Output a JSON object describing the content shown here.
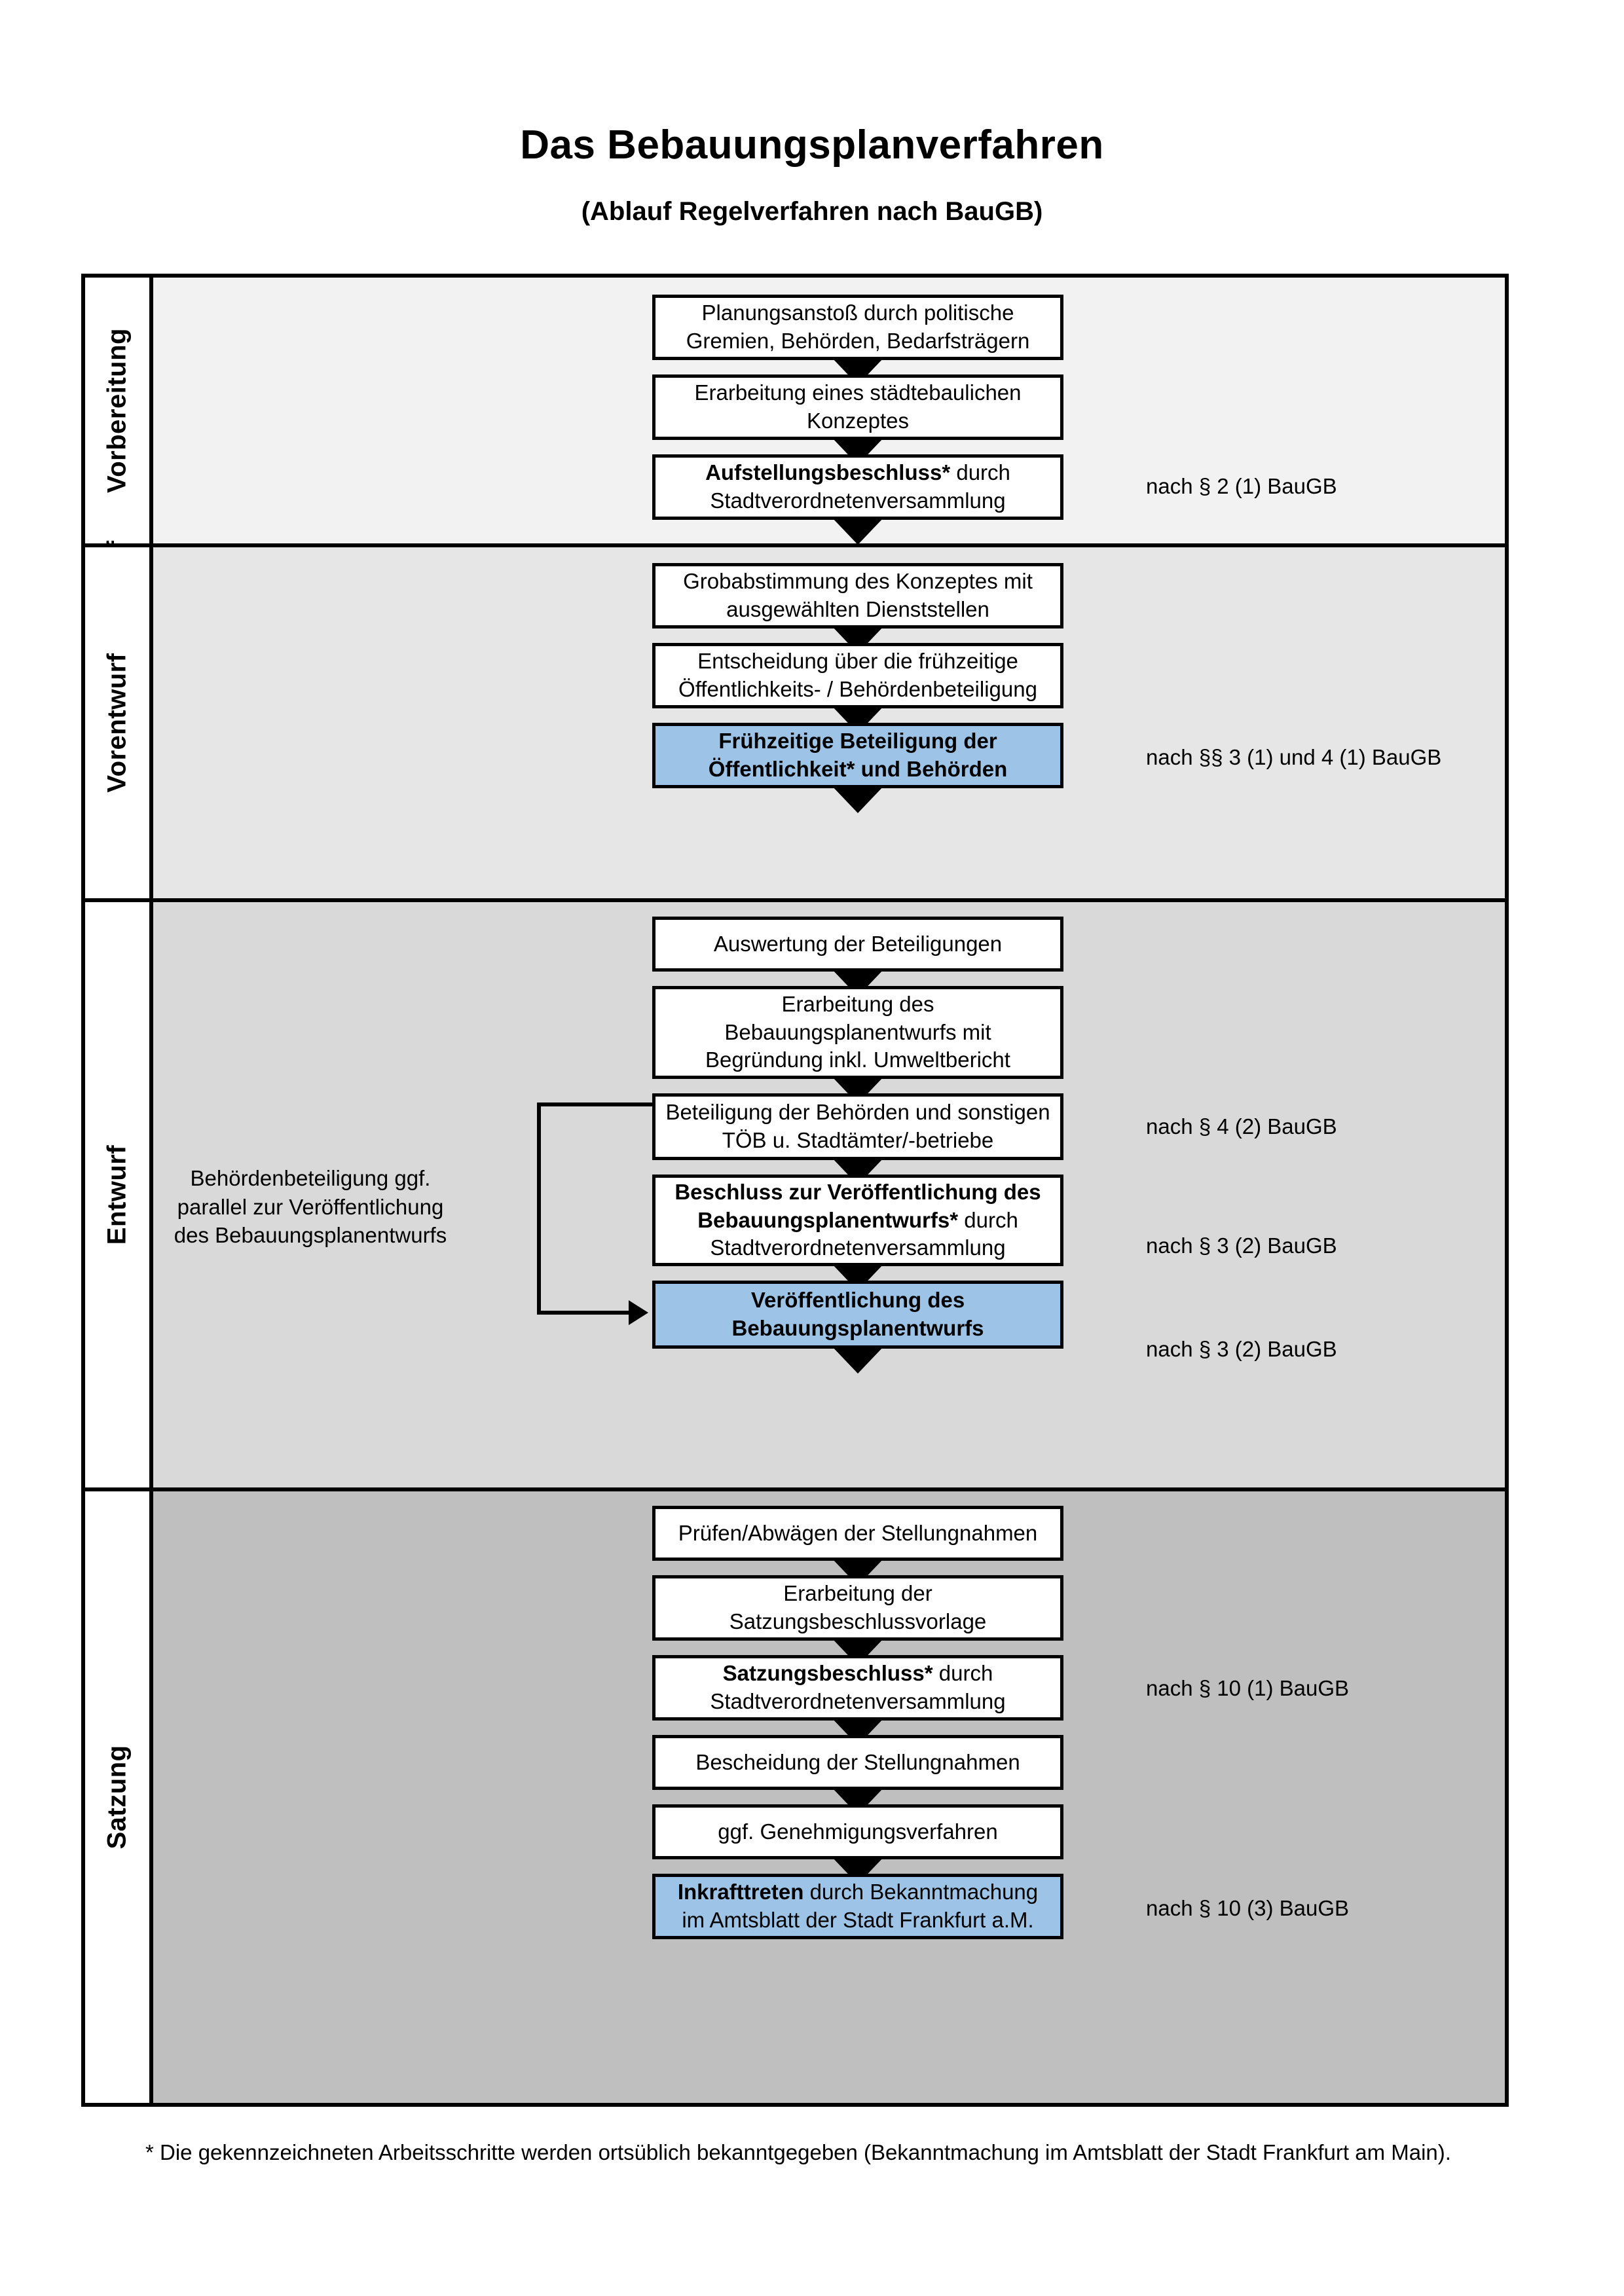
{
  "header": {
    "title": "Das Bebauungsplanverfahren",
    "subtitle": "(Ablauf Regelverfahren nach BauGB)"
  },
  "colors": {
    "highlight_blue": "#9DC3E6",
    "phase_vorbereitung_bg": "#F2F2F2",
    "phase_vorentwurf_bg": "#E6E6E6",
    "phase_entwurf_bg": "#D9D9D9",
    "phase_satzung_bg": "#BFBFBF",
    "box_border": "#000000",
    "box_fill": "#FFFFFF"
  },
  "phases": [
    {
      "label": "Vorbereitung",
      "bg": "#F2F2F2",
      "steps": [
        {
          "text": "Planungsanstoß durch politische Gremien, Behörden, Bedarfsträgern",
          "bold_prefix": "",
          "highlight": false
        },
        {
          "text": "Erarbeitung eines städtebaulichen Konzeptes",
          "bold_prefix": "",
          "highlight": false
        },
        {
          "text": " durch Stadtverordnetenversammlung",
          "bold_prefix": "Aufstellungsbeschluss*",
          "highlight": false
        }
      ],
      "legal_refs": [
        {
          "text": "nach § 2 (1) BauGB"
        }
      ]
    },
    {
      "label": "Vorentwurf",
      "bg": "#E6E6E6",
      "steps": [
        {
          "text": "Grobabstimmung des Konzeptes mit ausgewählten Dienststellen",
          "bold_prefix": "",
          "highlight": false
        },
        {
          "text": "Entscheidung über die frühzeitige Öffentlichkeits- / Behördenbeteiligung",
          "bold_prefix": "",
          "highlight": false
        },
        {
          "text": "Frühzeitige Beteiligung der Öffentlichkeit* und Behörden",
          "bold_prefix": "",
          "highlight": true
        }
      ],
      "legal_refs": [
        {
          "text": "nach §§ 3 (1) und 4 (1) BauGB"
        }
      ]
    },
    {
      "label": "Entwurf",
      "bg": "#D9D9D9",
      "side_note": "Behördenbeteiligung ggf. parallel zur Veröffentlichung des Bebauungsplanentwurfs",
      "steps": [
        {
          "text": "Auswertung der Beteiligungen",
          "bold_prefix": "",
          "highlight": false
        },
        {
          "text": "Erarbeitung des Bebauungsplanentwurfs mit Begründung inkl. Umweltbericht",
          "bold_prefix": "",
          "highlight": false
        },
        {
          "text": "Beteiligung der Behörden und sonstigen TÖB u. Stadtämter/-betriebe",
          "bold_prefix": "",
          "highlight": false
        },
        {
          "text": " durch Stadtverordnetenversammlung",
          "bold_prefix": "Beschluss zur Veröffentlichung des Bebauungsplanentwurfs*",
          "highlight": false
        },
        {
          "text": "Veröffentlichung des Bebauungsplanentwurfs",
          "bold_prefix": "",
          "highlight": true
        }
      ],
      "legal_refs": [
        {
          "text": "nach § 4 (2) BauGB"
        },
        {
          "text": "nach § 3 (2) BauGB"
        },
        {
          "text": "nach § 3 (2) BauGB"
        }
      ]
    },
    {
      "label": "Satzung",
      "bg": "#BFBFBF",
      "steps": [
        {
          "text": "Prüfen/Abwägen der Stellungnahmen",
          "bold_prefix": "",
          "highlight": false
        },
        {
          "text": "Erarbeitung der Satzungsbeschlussvorlage",
          "bold_prefix": "",
          "highlight": false
        },
        {
          "text": " durch Stadtverordnetenversammlung",
          "bold_prefix": "Satzungsbeschluss*",
          "highlight": false
        },
        {
          "text": "Bescheidung der Stellungnahmen",
          "bold_prefix": "",
          "highlight": false
        },
        {
          "text": "ggf. Genehmigungsverfahren",
          "bold_prefix": "",
          "highlight": false
        },
        {
          "text": " durch Bekanntmachung im Amtsblatt der Stadt Frankfurt a.M.",
          "bold_prefix": "Inkrafttreten",
          "highlight": true
        }
      ],
      "legal_refs": [
        {
          "text": "nach § 10 (1) BauGB"
        },
        {
          "text": "nach § 10 (3) BauGB"
        }
      ]
    }
  ],
  "footnote": "* Die gekennzeichneten Arbeitsschritte werden ortsüblich bekanntgegeben (Bekanntmachung im Amtsblatt  der Stadt Frankfurt am Main)."
}
